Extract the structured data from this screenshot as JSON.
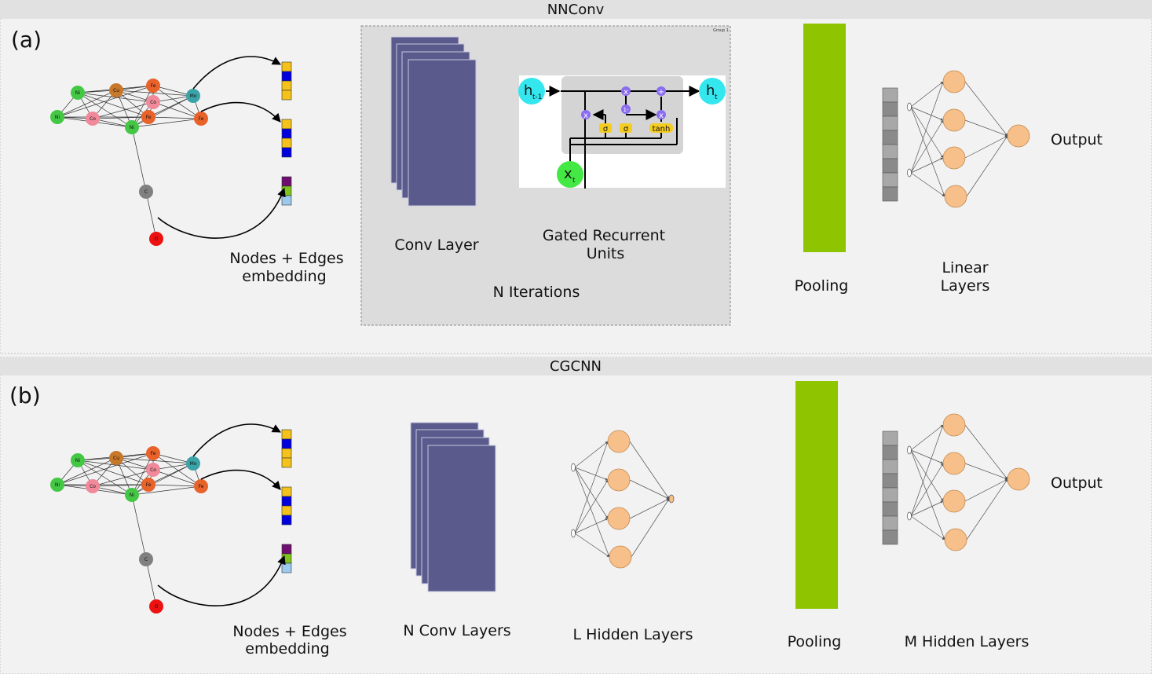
{
  "panel_a": {
    "title": "NNConv",
    "tag": "(a)",
    "embed_label": [
      "Nodes + Edges",
      "embedding"
    ],
    "group_tag": "Group 1",
    "conv_label": "Conv Layer",
    "gru_label": [
      "Gated Recurrent",
      "Units"
    ],
    "iterations_label": "N Iterations",
    "pooling_label": "Pooling",
    "linear_label": [
      "Linear",
      "Layers"
    ],
    "output_label": "Output",
    "gru": {
      "h_prev": "h",
      "h_prev_sub": "t-1",
      "h_next": "h",
      "h_next_sub": "t",
      "x": "x",
      "x_sub": "t",
      "sigma": "σ",
      "tanh": "tanh",
      "one_minus": "1-",
      "times": "x",
      "plus": "+"
    }
  },
  "panel_b": {
    "title": "CGCNN",
    "tag": "(b)",
    "embed_label": [
      "Nodes + Edges",
      "embedding"
    ],
    "conv_label": "N Conv Layers",
    "hidden_label": "L Hidden Layers",
    "pooling_label": "Pooling",
    "m_hidden_label": "M Hidden Layers",
    "output_label": "Output"
  },
  "graph": {
    "nodes": [
      {
        "id": "ni1",
        "label": "Ni",
        "color": "#44c744"
      },
      {
        "id": "ni2",
        "label": "Ni",
        "color": "#44c744"
      },
      {
        "id": "ni3",
        "label": "Ni",
        "color": "#44c744"
      },
      {
        "id": "co1",
        "label": "Co",
        "color": "#f08a9a"
      },
      {
        "id": "co2",
        "label": "Co",
        "color": "#f08a9a"
      },
      {
        "id": "cu",
        "label": "Cu",
        "color": "#c8782a"
      },
      {
        "id": "fe1",
        "label": "Fe",
        "color": "#e8622a"
      },
      {
        "id": "fe2",
        "label": "Fe",
        "color": "#e8622a"
      },
      {
        "id": "fe3",
        "label": "Fe",
        "color": "#e8622a"
      },
      {
        "id": "mo",
        "label": "Mo",
        "color": "#3aa3a8"
      },
      {
        "id": "c",
        "label": "C",
        "color": "#808080"
      },
      {
        "id": "o",
        "label": "O",
        "color": "#ee1111"
      }
    ]
  },
  "colors": {
    "conv": "#5a5a8c",
    "pool": "#8fc400",
    "neuron": "#f7c08a",
    "gru_hidden": "#34e6ee",
    "gru_input": "#44e844",
    "gate_op": "#8a6cf0",
    "gate_act": "#f4cc22",
    "feat_yellow": "#f4c21a",
    "feat_blue": "#0000dd",
    "feat_purple": "#6e0e6e",
    "feat_green": "#7fc41c",
    "feat_lightblue": "#9ccaee"
  }
}
